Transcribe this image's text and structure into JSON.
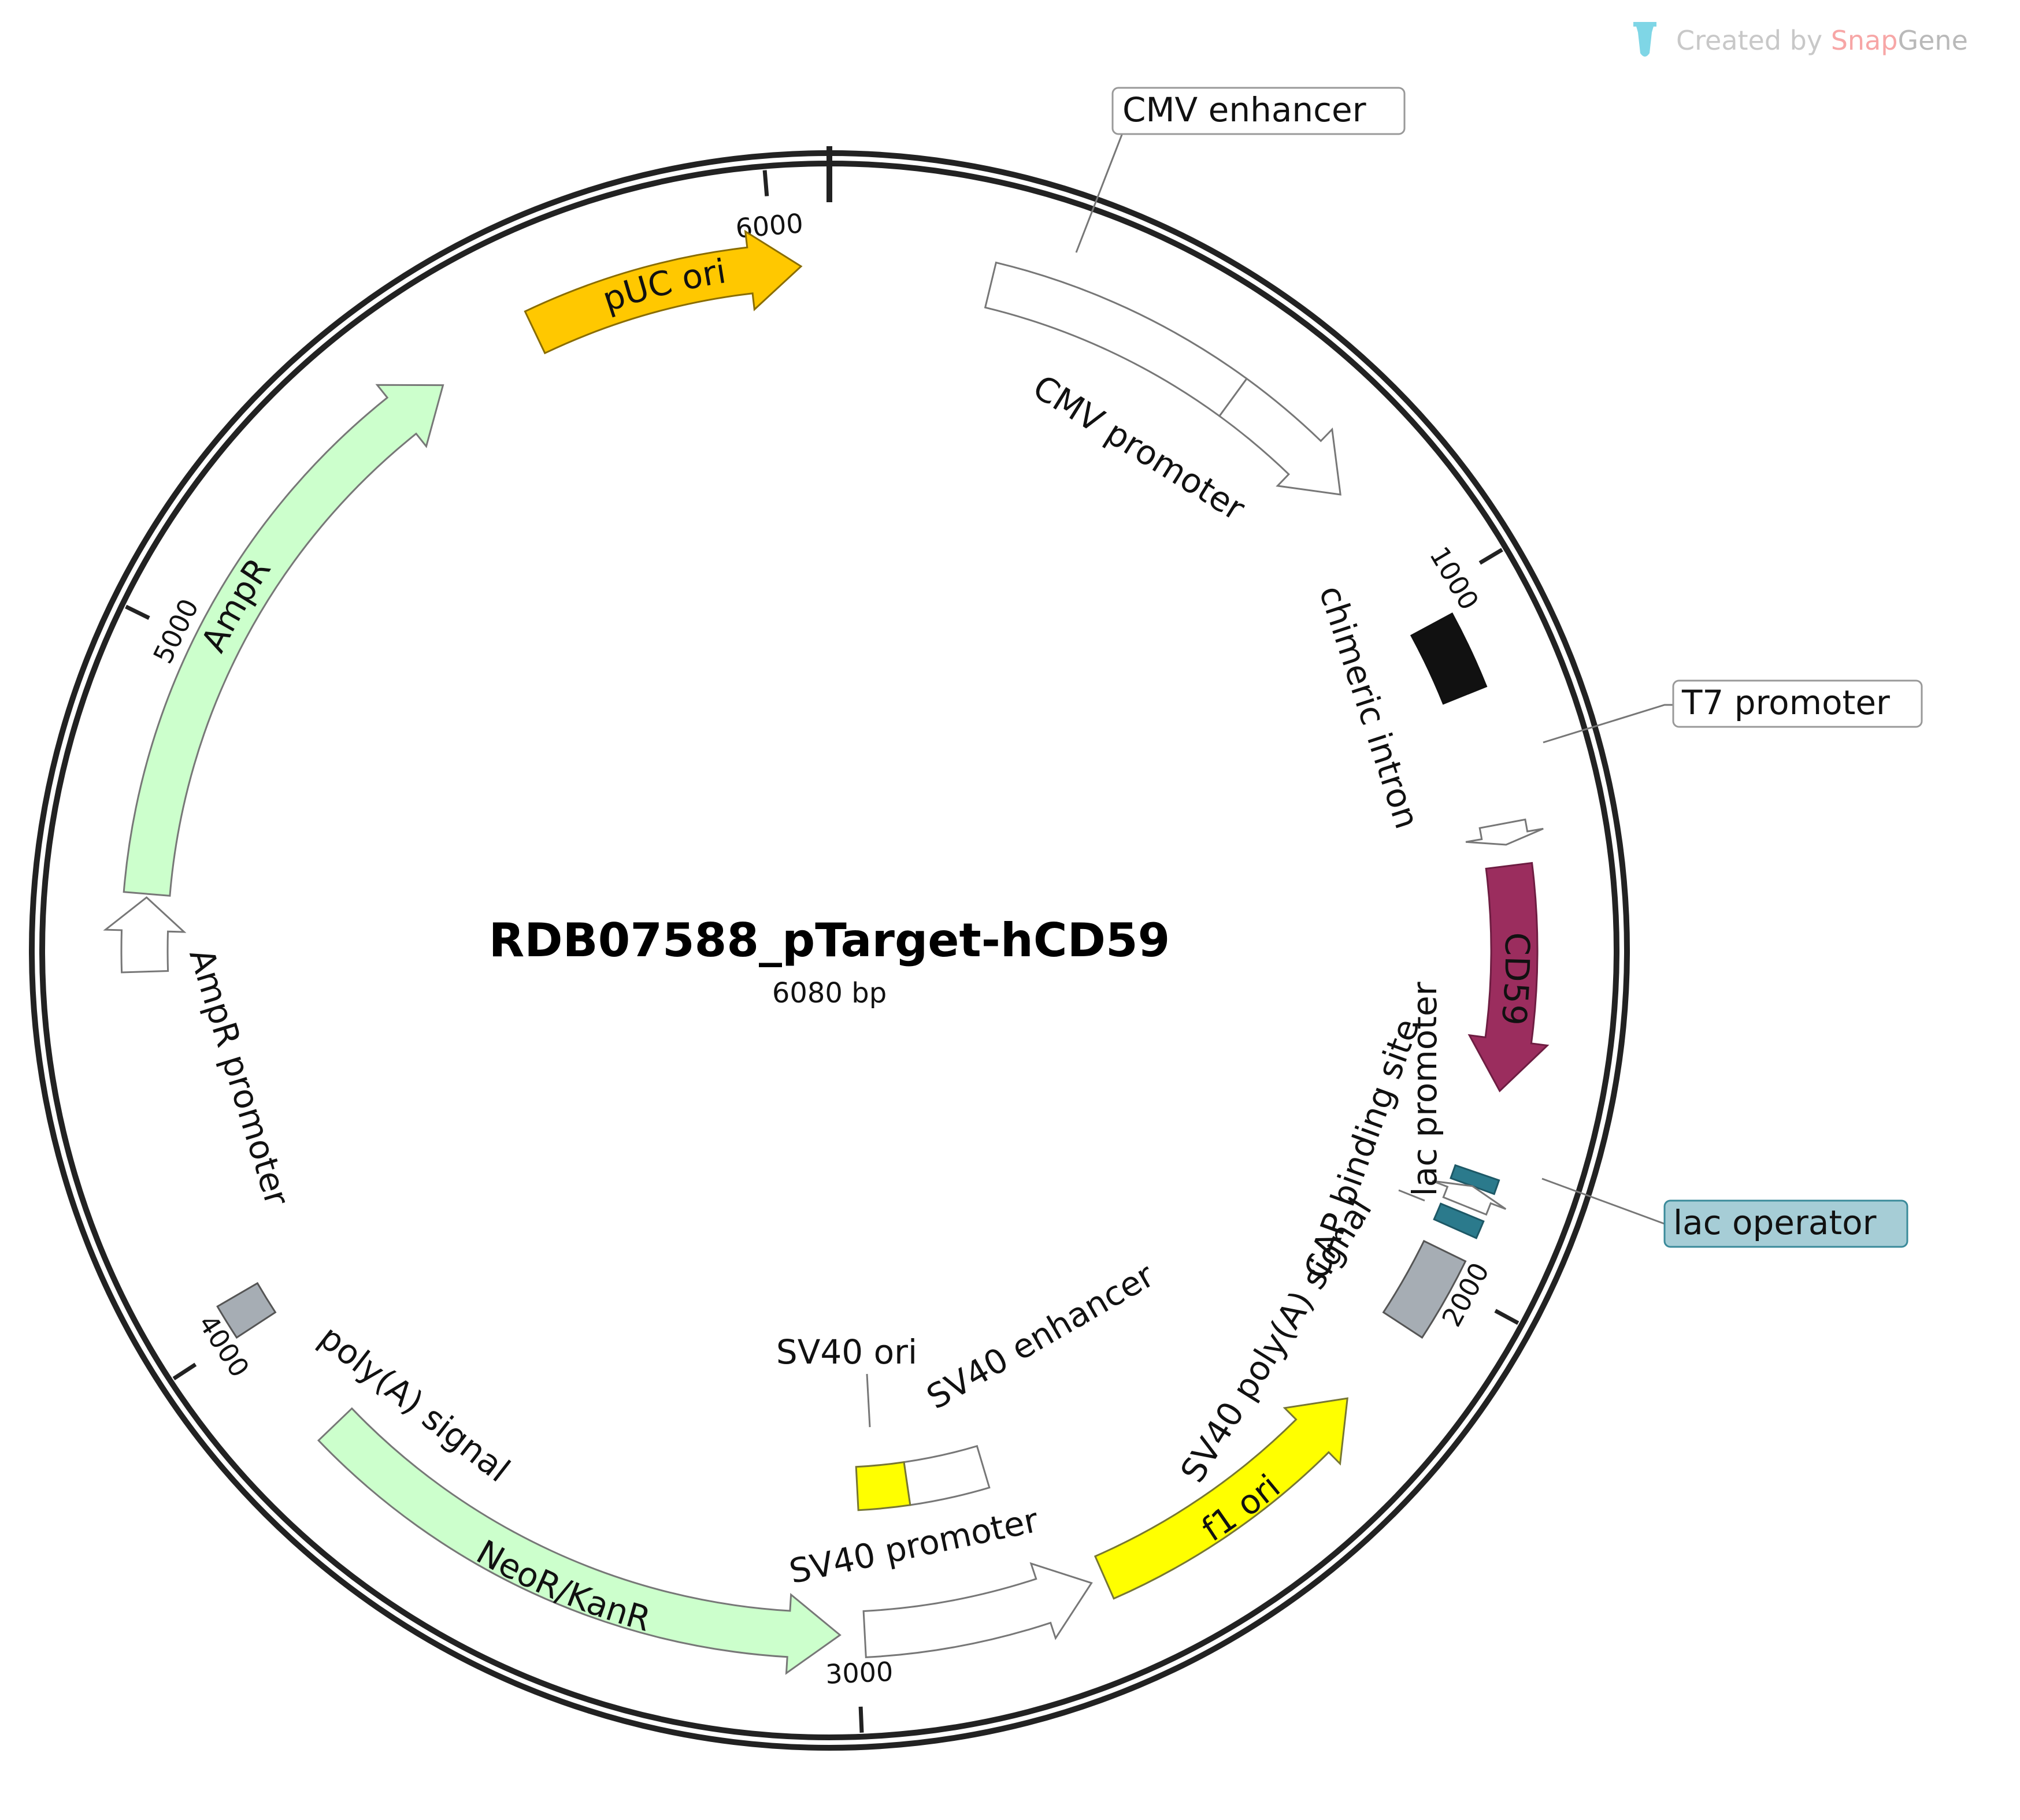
{
  "plasmid": {
    "name": "RDB07588_pTarget-hCD59",
    "length_label": "6080 bp",
    "length_bp": 6080
  },
  "watermark": {
    "prefix": "Created by ",
    "brand_a": "Snap",
    "brand_b": "Gene",
    "colors": {
      "prefix": "#c8c8c8",
      "brand_a": "#f7a6a6",
      "brand_b": "#b9b9b9",
      "icon": "#7fd6e6"
    }
  },
  "ticks": [
    {
      "pos": 1000,
      "label": "1000"
    },
    {
      "pos": 2000,
      "label": "2000"
    },
    {
      "pos": 3000,
      "label": "3000"
    },
    {
      "pos": 4000,
      "label": "4000"
    },
    {
      "pos": 5000,
      "label": "5000"
    },
    {
      "pos": 6000,
      "label": "6000"
    }
  ],
  "features": [
    {
      "id": "cmv-enhancer",
      "name": "CMV enhancer",
      "start": 230,
      "end": 610,
      "dir": 0,
      "fill": "#ffffff",
      "stroke": "#777777"
    },
    {
      "id": "cmv-promoter",
      "name": "CMV promoter",
      "start": 610,
      "end": 815,
      "dir": 1,
      "fill": "#ffffff",
      "stroke": "#777777"
    },
    {
      "id": "chimeric-intron",
      "name": "chimeric intron",
      "start": 1040,
      "end": 1150,
      "dir": 0,
      "fill": "#111111",
      "stroke": "#111111"
    },
    {
      "id": "t7-promoter",
      "name": "T7 promoter",
      "start": 1340,
      "end": 1370,
      "dir": 1,
      "fill": "#ffffff",
      "stroke": "#777777"
    },
    {
      "id": "cd59",
      "name": "CD59",
      "start": 1400,
      "end": 1720,
      "dir": 1,
      "fill": "#9b2d5e",
      "stroke": "#6e1d42"
    },
    {
      "id": "lac-operator",
      "name": "lac operator",
      "start": 1840,
      "end": 1860,
      "dir": 0,
      "fill": "#2b7a8c",
      "stroke": "#1d5866"
    },
    {
      "id": "lac-promoter",
      "name": "lac promoter",
      "start": 1860,
      "end": 1890,
      "dir": -1,
      "fill": "#ffffff",
      "stroke": "#777777"
    },
    {
      "id": "cap-binding-site",
      "name": "CAP binding site",
      "start": 1900,
      "end": 1925,
      "dir": 0,
      "fill": "#2b7a8c",
      "stroke": "#1d5866"
    },
    {
      "id": "sv40-polya-signal",
      "name": "SV40 poly(A) signal",
      "start": 1960,
      "end": 2080,
      "dir": 0,
      "fill": "#a6adb4",
      "stroke": "#555555"
    },
    {
      "id": "f1-ori",
      "name": "f1 ori",
      "start": 2210,
      "end": 2640,
      "dir": -1,
      "fill": "#ffff00",
      "stroke": "#777733"
    },
    {
      "id": "sv40-promoter",
      "name": "SV40 promoter",
      "start": 2660,
      "end": 2990,
      "dir": -1,
      "fill": "#ffffff",
      "stroke": "#777777"
    },
    {
      "id": "sv40-enhancer",
      "name": "SV40 enhancer",
      "start": 2760,
      "end": 2900,
      "dir": 0,
      "fill": "#ffffff",
      "stroke": "#777777",
      "inner": true
    },
    {
      "id": "sv40-ori",
      "name": "SV40 ori",
      "start": 2900,
      "end": 2990,
      "dir": 0,
      "fill": "#ffff00",
      "stroke": "#777733",
      "inner": true
    },
    {
      "id": "neor-kanr",
      "name": "NeoR/KanR",
      "start": 3025,
      "end": 3820,
      "dir": -1,
      "fill": "#ccffcc",
      "stroke": "#777777"
    },
    {
      "id": "polya-signal",
      "name": "poly(A) signal",
      "start": 4000,
      "end": 4050,
      "dir": 0,
      "fill": "#a6adb4",
      "stroke": "#555555"
    },
    {
      "id": "ampr-promoter",
      "name": "AmpR promoter",
      "start": 4530,
      "end": 4635,
      "dir": 1,
      "fill": "#ffffff",
      "stroke": "#777777"
    },
    {
      "id": "ampr",
      "name": "AmpR",
      "start": 4640,
      "end": 5500,
      "dir": 1,
      "fill": "#ccffcc",
      "stroke": "#777777"
    },
    {
      "id": "puc-ori",
      "name": "pUC ori",
      "start": 5650,
      "end": 6040,
      "dir": 1,
      "fill": "#ffc800",
      "stroke": "#8a6d00"
    }
  ],
  "callouts": [
    {
      "id": "cmv-enhancer",
      "text": "CMV enhancer",
      "highlight": false
    },
    {
      "id": "t7-promoter",
      "text": "T7 promoter",
      "highlight": false
    },
    {
      "id": "lac-operator",
      "text": "lac operator",
      "highlight": true,
      "fill": "#a6cdd6"
    }
  ]
}
